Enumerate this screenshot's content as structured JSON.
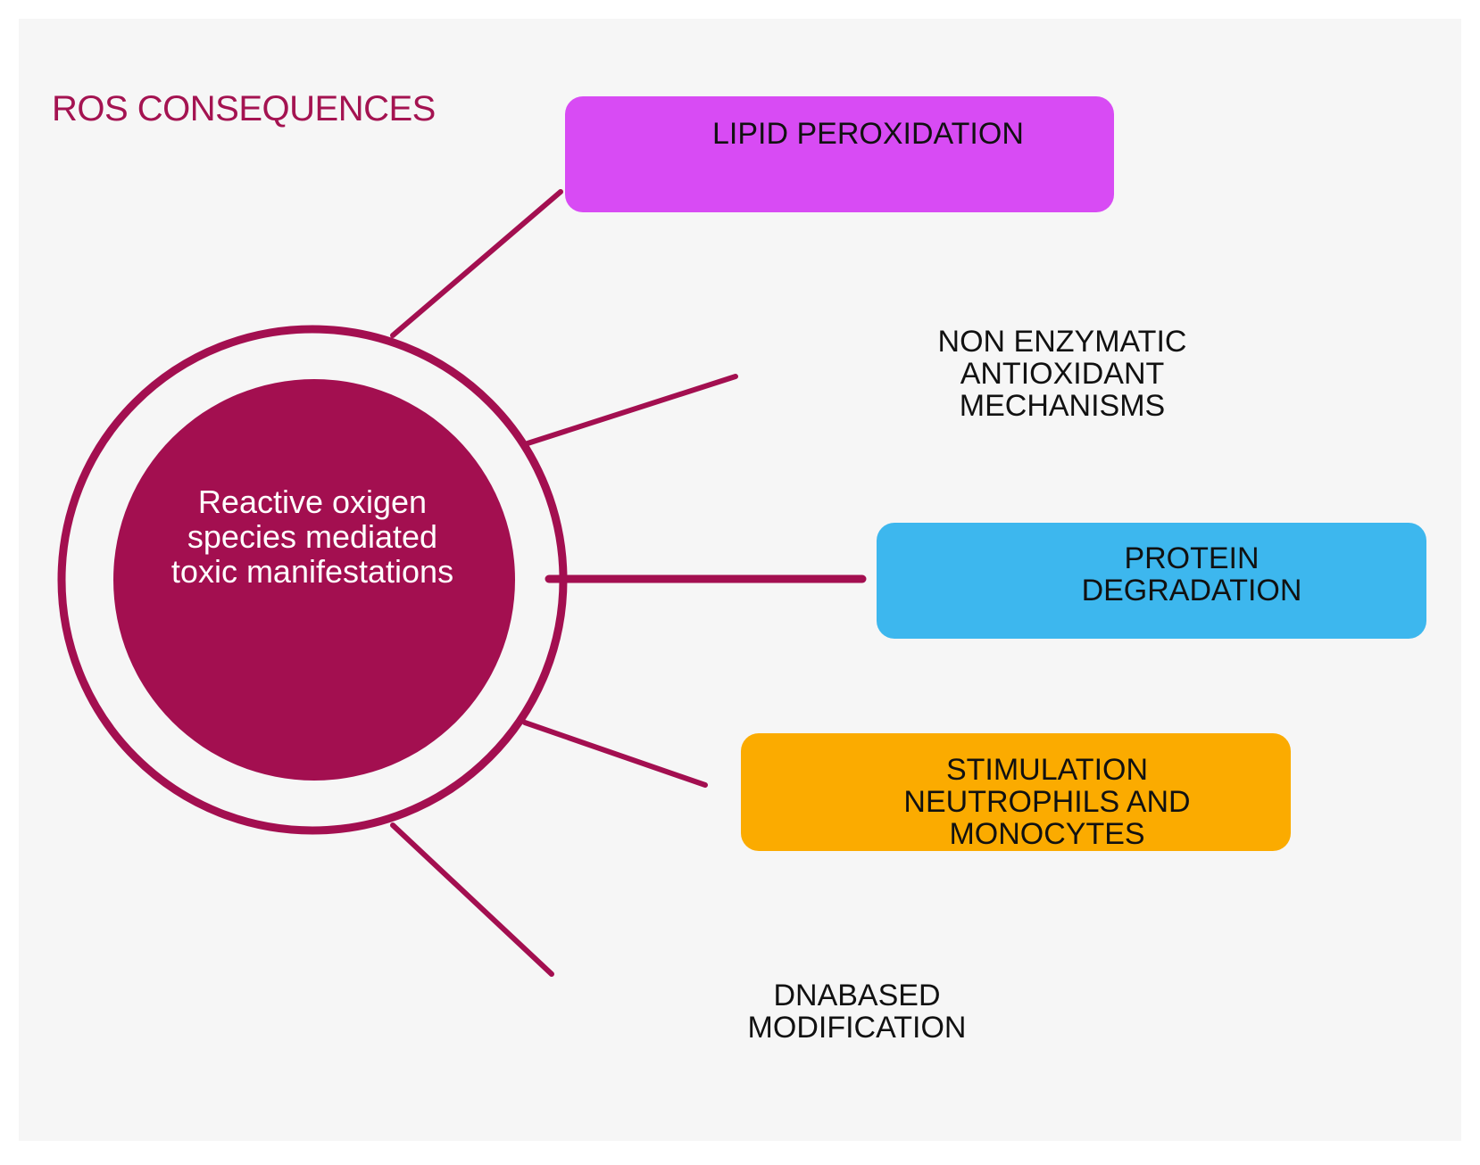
{
  "title": "ROS CONSEQUENCES",
  "center": {
    "label": "Reactive oxigen\nspecies mediated\ntoxic manifestations",
    "color": "#a30f50"
  },
  "nodes": {
    "lipid": {
      "label": "LIPID PEROXIDATION",
      "color": "#d84bf4"
    },
    "non_enzymatic": {
      "label": "NON ENZYMATIC\nANTIOXIDANT\nMECHANISMS"
    },
    "protein": {
      "label": "PROTEIN\nDEGRADATION",
      "color": "#3db7ee"
    },
    "stimulation": {
      "label": "STIMULATION\nNEUTROPHILS AND\nMONOCYTES",
      "color": "#fbab00"
    },
    "dna": {
      "label": "DNABASED\nMODIFICATION"
    }
  }
}
